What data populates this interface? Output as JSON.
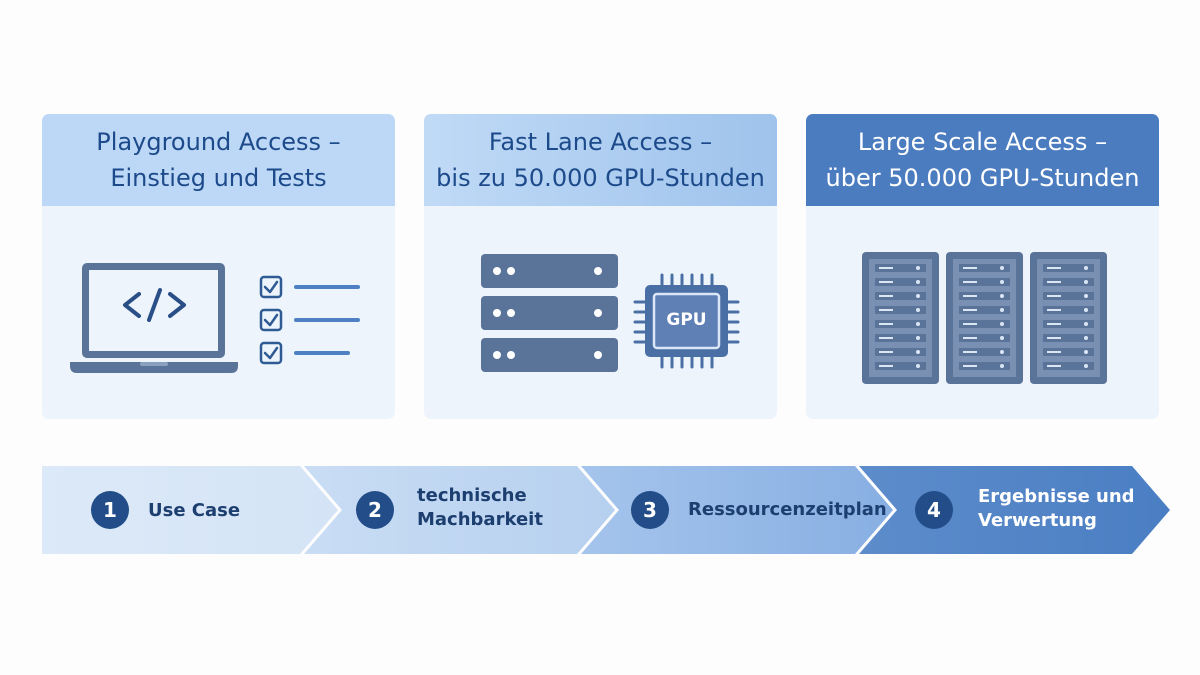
{
  "cards": [
    {
      "title_line1": "Playground Access –",
      "title_line2": "Einstieg und Tests",
      "icons": [
        "laptop-code-icon",
        "checklist-icon"
      ]
    },
    {
      "title_line1": "Fast Lane Access –",
      "title_line2": "bis zu 50.000 GPU-Stunden",
      "icons": [
        "server-stack-icon",
        "gpu-chip-icon"
      ],
      "chip_label": "GPU"
    },
    {
      "title_line1": "Large Scale Access –",
      "title_line2": "über 50.000 GPU-Stunden",
      "icons": [
        "server-rack-icon"
      ]
    }
  ],
  "steps": [
    {
      "number": "1",
      "line1": "Use Case",
      "line2": ""
    },
    {
      "number": "2",
      "line1": "technische",
      "line2": "Machbarkeit"
    },
    {
      "number": "3",
      "line1": "Ressourcenzeitplan",
      "line2": ""
    },
    {
      "number": "4",
      "line1": "Ergebnisse und",
      "line2": "Verwertung"
    }
  ],
  "colors": {
    "dark_blue": "#224d88",
    "mid_blue": "#4a7cbf",
    "icon_gray_blue": "#5a7399",
    "light_bg": "#eef4fc"
  }
}
